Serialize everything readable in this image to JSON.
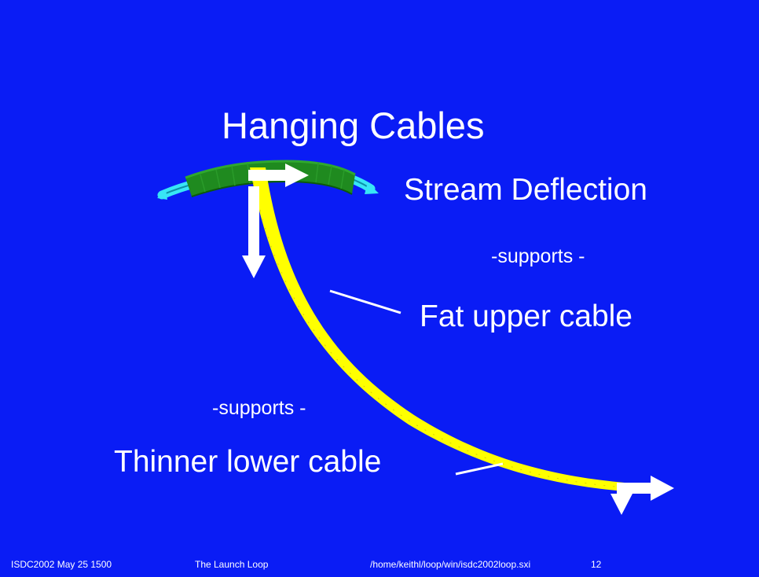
{
  "slide": {
    "background": "#0a1cf5",
    "title": "Hanging Cables",
    "labels": {
      "stream_deflection": "Stream Deflection",
      "supports_upper": "-supports -",
      "fat_upper_cable": "Fat upper cable",
      "supports_lower": "-supports -",
      "thinner_lower_cable": "Thinner lower cable"
    },
    "colors": {
      "deflector": "#1f8a1f",
      "stream": "#38e6f5",
      "cable": "#ffff00",
      "arrows": "#ffffff"
    }
  },
  "footer": {
    "event": "ISDC2002  May 25  1500",
    "topic": "The Launch Loop",
    "path": "/home/keithl/loop/win/isdc2002loop.sxi",
    "page": "12"
  }
}
